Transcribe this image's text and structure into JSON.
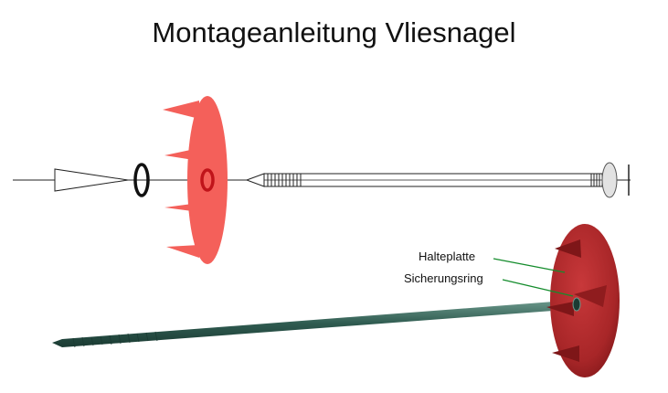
{
  "title": "Montageanleitung Vliesnagel",
  "labels": {
    "halteplatte": "Halteplatte",
    "sicherungsring": "Sicherungsring"
  },
  "colors": {
    "plate_exploded": "#f4605a",
    "plate_photo": "#b02a2c",
    "rod_photo": "#2f5b50",
    "leader_lines": "#148c2c",
    "outline": "#222222"
  },
  "icons": [
    "nail-icon",
    "retaining-ring-icon",
    "holding-plate-icon"
  ]
}
